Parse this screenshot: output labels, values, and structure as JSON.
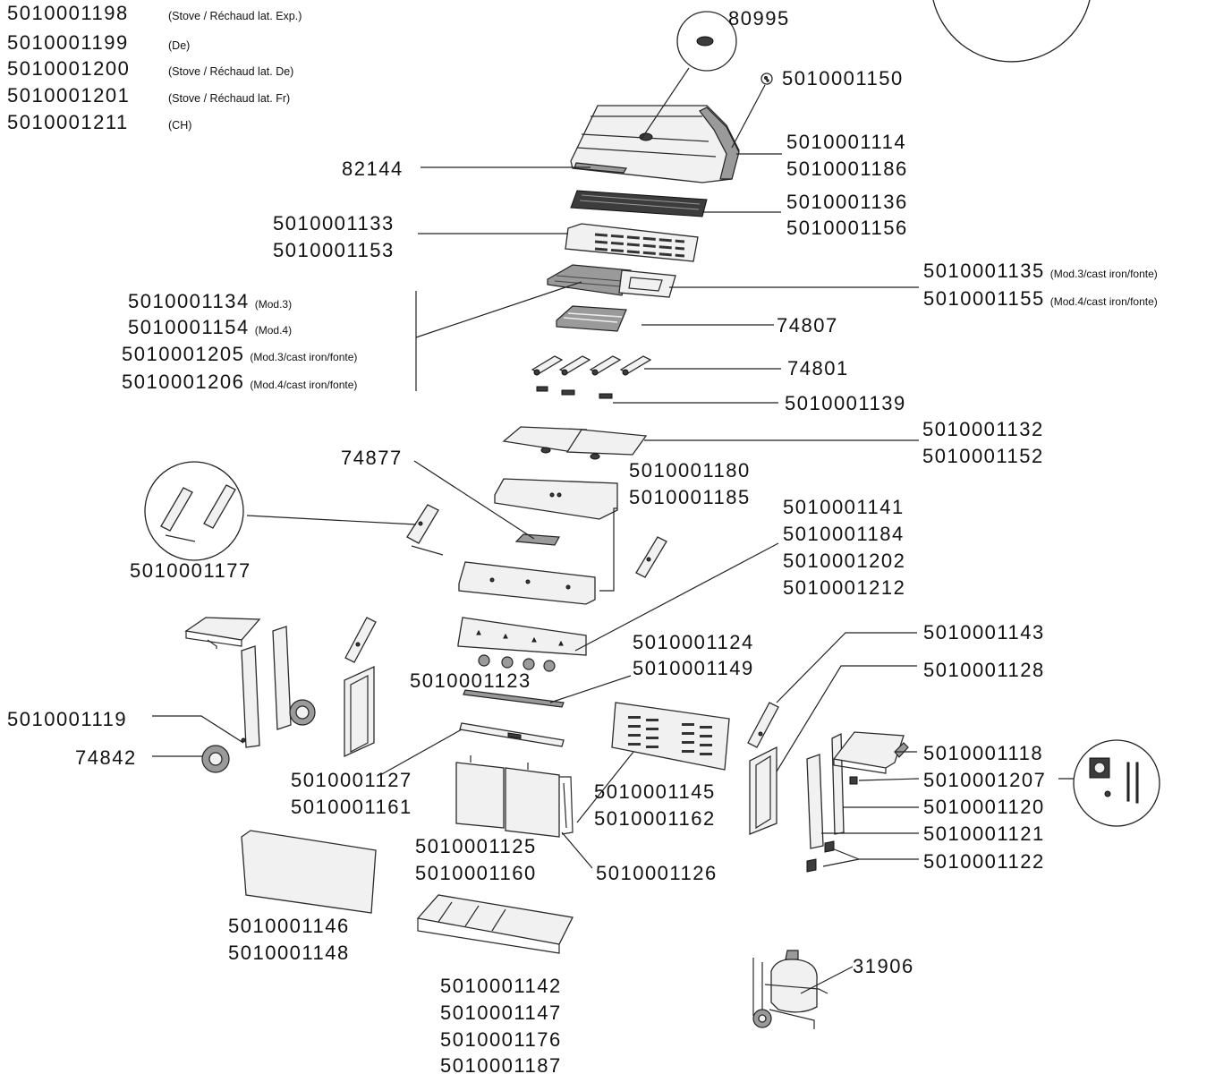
{
  "variants": [
    {
      "code": "5010001198",
      "desc": "(Stove / Réchaud lat. Exp.)"
    },
    {
      "code": "5010001199",
      "desc": "(De)"
    },
    {
      "code": "5010001200",
      "desc": "(Stove / Réchaud lat. De)"
    },
    {
      "code": "5010001201",
      "desc": "(Stove / Réchaud lat. Fr)"
    },
    {
      "code": "5010001211",
      "desc": "(CH)"
    }
  ],
  "labels": {
    "l80995": "80995",
    "l5010001150": "5010001150",
    "l5010001114": "5010001114",
    "l5010001186": "5010001186",
    "l82144": "82144",
    "l5010001136": "5010001136",
    "l5010001156": "5010001156",
    "l5010001133": "5010001133",
    "l5010001153": "5010001153",
    "l5010001135": "5010001135",
    "n5010001135": "(Mod.3/cast iron/fonte)",
    "l5010001155": "5010001155",
    "n5010001155": "(Mod.4/cast iron/fonte)",
    "l5010001134": "5010001134",
    "n5010001134": "(Mod.3)",
    "l5010001154": "5010001154",
    "n5010001154": "(Mod.4)",
    "l5010001205": "5010001205",
    "n5010001205": "(Mod.3/cast iron/fonte)",
    "l5010001206": "5010001206",
    "n5010001206": "(Mod.4/cast iron/fonte)",
    "l74807": "74807",
    "l74801": "74801",
    "l5010001139": "5010001139",
    "l5010001132": "5010001132",
    "l5010001152": "5010001152",
    "l74877": "74877",
    "l5010001180": "5010001180",
    "l5010001185": "5010001185",
    "l5010001141": "5010001141",
    "l5010001184": "5010001184",
    "l5010001202": "5010001202",
    "l5010001212": "5010001212",
    "l5010001177": "5010001177",
    "l5010001124": "5010001124",
    "l5010001149": "5010001149",
    "l5010001123": "5010001123",
    "l5010001143": "5010001143",
    "l5010001128": "5010001128",
    "l5010001119": "5010001119",
    "l74842": "74842",
    "l5010001127": "5010001127",
    "l5010001161": "5010001161",
    "l5010001145": "5010001145",
    "l5010001162": "5010001162",
    "l5010001118": "5010001118",
    "l5010001207": "5010001207",
    "l5010001120": "5010001120",
    "l5010001121": "5010001121",
    "l5010001122": "5010001122",
    "l5010001125": "5010001125",
    "l5010001160": "5010001160",
    "l5010001126": "5010001126",
    "l5010001146": "5010001146",
    "l5010001148": "5010001148",
    "l5010001142": "5010001142",
    "l5010001147": "5010001147",
    "l5010001176": "5010001176",
    "l5010001187": "5010001187",
    "l31906": "31906"
  }
}
